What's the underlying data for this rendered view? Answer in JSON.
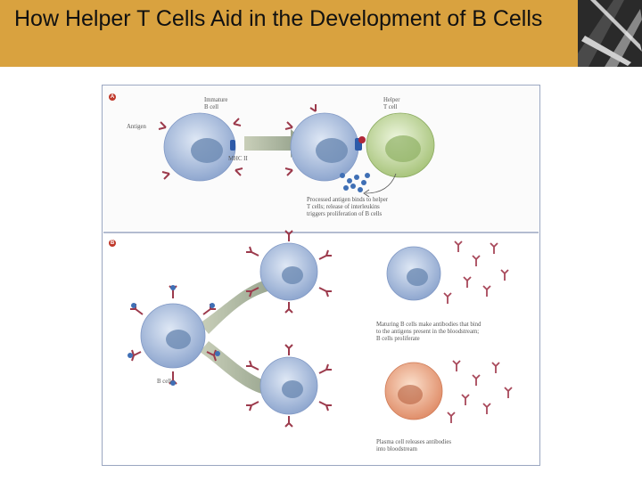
{
  "slide": {
    "title": "How Helper T Cells Aid in the Development of B Cells",
    "corner_image": "decorative-dark-abstract-icon"
  },
  "figure": {
    "panel_a": {
      "marker": "A",
      "labels": {
        "immature": [
          "Immature",
          "B cell"
        ],
        "helper": [
          "Helper",
          "T cell"
        ],
        "antigen": "Antigen",
        "mhc": "MHC II",
        "processed": [
          "Processed antigen binds to helper",
          "T cells; release of interleukins",
          "triggers proliferation of B cells"
        ]
      }
    },
    "panel_b": {
      "marker": "B",
      "labels": {
        "bcell": "B cell",
        "maturing": [
          "Maturing B cells make antibodies that bind",
          "to the antigens present in the bloodstream;",
          "B cells proliferate"
        ],
        "plasma": [
          "Plasma cell releases antibodies",
          "into bloodstream"
        ]
      }
    }
  },
  "colors": {
    "title_bar": "#d9a23f",
    "b_cell": "#9fb6d8",
    "helper_cell": "#c6dca4",
    "antibody": "#b04a5a",
    "arrow": "#a9b49b",
    "plasma_cell": "#e8a183"
  }
}
